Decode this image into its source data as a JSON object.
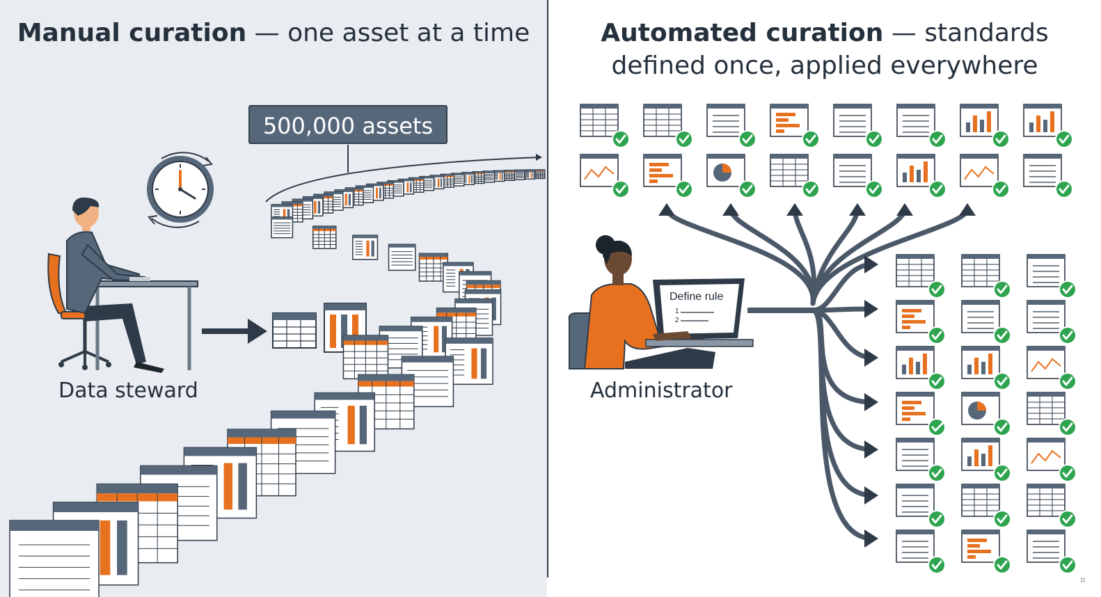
{
  "left": {
    "title_bold": "Manual curation",
    "title_rest": " — one asset at a time",
    "asset_count_label": "500,000 assets",
    "person_label": "Data steward"
  },
  "right": {
    "title_bold": "Automated curation",
    "title_rest_line1": " — standards",
    "title_line2": "defined once, applied everywhere",
    "screen_text": "Define rule",
    "person_label": "Administrator"
  },
  "colors": {
    "accent": "#e8711f",
    "slate": "#56677a",
    "dark": "#2e3a47",
    "check": "#2ea44f",
    "left_bg": "#e9ecf1"
  },
  "icons": [
    "clock-icon",
    "table-icon",
    "bar-chart-icon",
    "line-chart-icon",
    "pie-chart-icon",
    "checkmark-icon",
    "laptop-icon",
    "desk-icon",
    "chair-icon"
  ]
}
